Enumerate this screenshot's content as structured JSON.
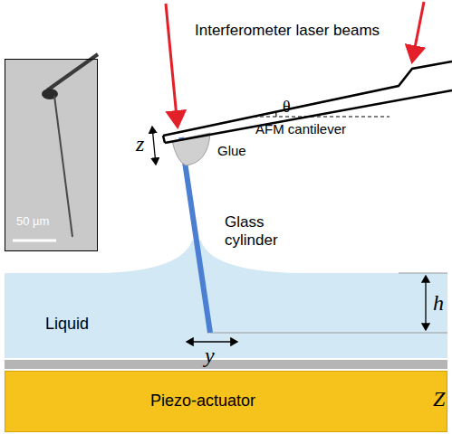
{
  "diagram": {
    "nodes": [
      {
        "text": [
          "50 µm"
        ]
      },
      {
        "text": [
          "Liquid"
        ]
      },
      {
        "text": [
          "Piezo-actuator"
        ]
      }
    ],
    "labels": [
      "Interferometer laser beams",
      "θ",
      "AFM cantilever",
      "z",
      "Glue",
      "Glass cylinder",
      "h",
      "y",
      "Z"
    ]
  }
}
